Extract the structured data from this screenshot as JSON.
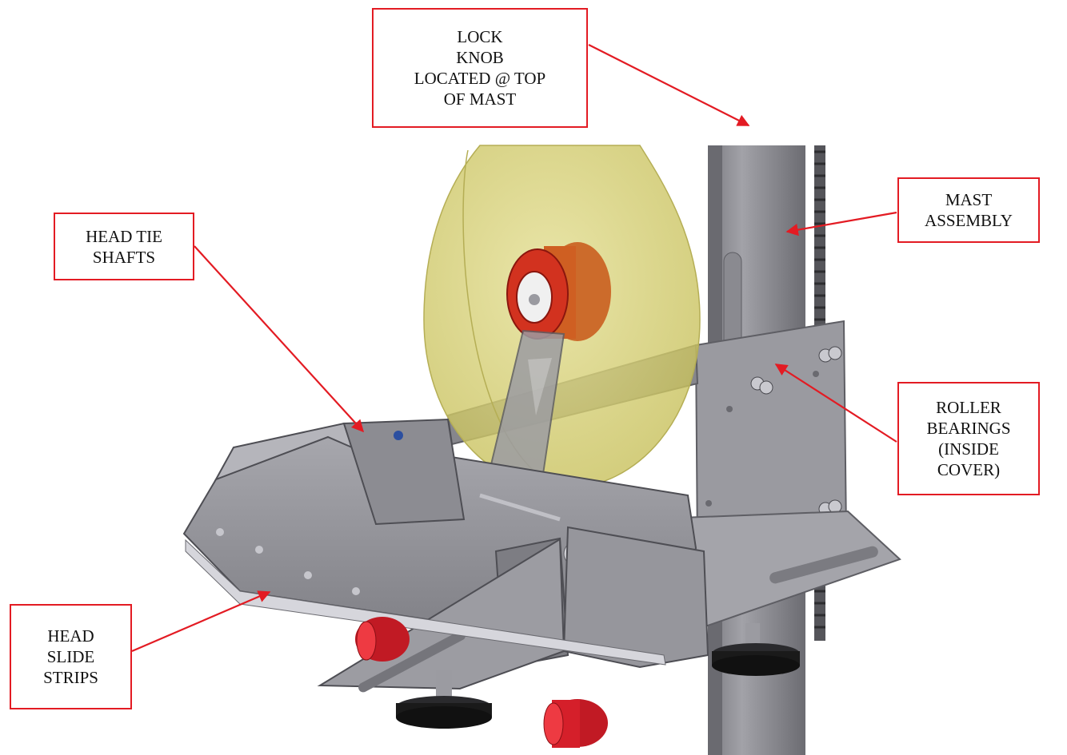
{
  "colors": {
    "callout_border": "#e31b23",
    "arrow": "#e31b23",
    "metal": "#8e8e93",
    "tape_roll": "#d8d27a",
    "hub": "#d2321f",
    "roller": "#d51f2a",
    "foot": "#1a1a1a"
  },
  "callouts": {
    "lock_knob": [
      "LOCK",
      "KNOB",
      "LOCATED @ TOP",
      "OF MAST"
    ],
    "mast_assembly": [
      "MAST",
      "ASSEMBLY"
    ],
    "head_tie_shafts": [
      "HEAD TIE",
      "SHAFTS"
    ],
    "roller_bearings": [
      "ROLLER",
      "BEARINGS",
      "(INSIDE",
      "COVER)"
    ],
    "head_slide_strips": [
      "HEAD",
      "SLIDE",
      "STRIPS"
    ]
  }
}
